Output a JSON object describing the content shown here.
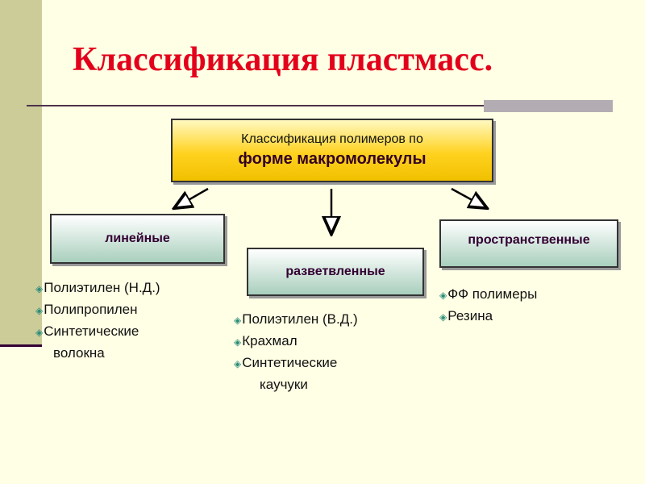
{
  "title": "Классификация пластмасс.",
  "main_box": {
    "line1": "Классификация полимеров по",
    "line2": "форме макромолекулы"
  },
  "categories": [
    {
      "label": "линейные",
      "items": [
        "Полиэтилен (Н.Д.)",
        "Полипропилен",
        "Синтетические"
      ],
      "continuation": "волокна"
    },
    {
      "label": "разветвленные",
      "items": [
        "Полиэтилен (В.Д.)",
        "Крахмал",
        "Синтетические"
      ],
      "continuation": "каучуки"
    },
    {
      "label": "пространственные",
      "items": [
        "ФФ полимеры",
        "Резина"
      ]
    }
  ]
}
